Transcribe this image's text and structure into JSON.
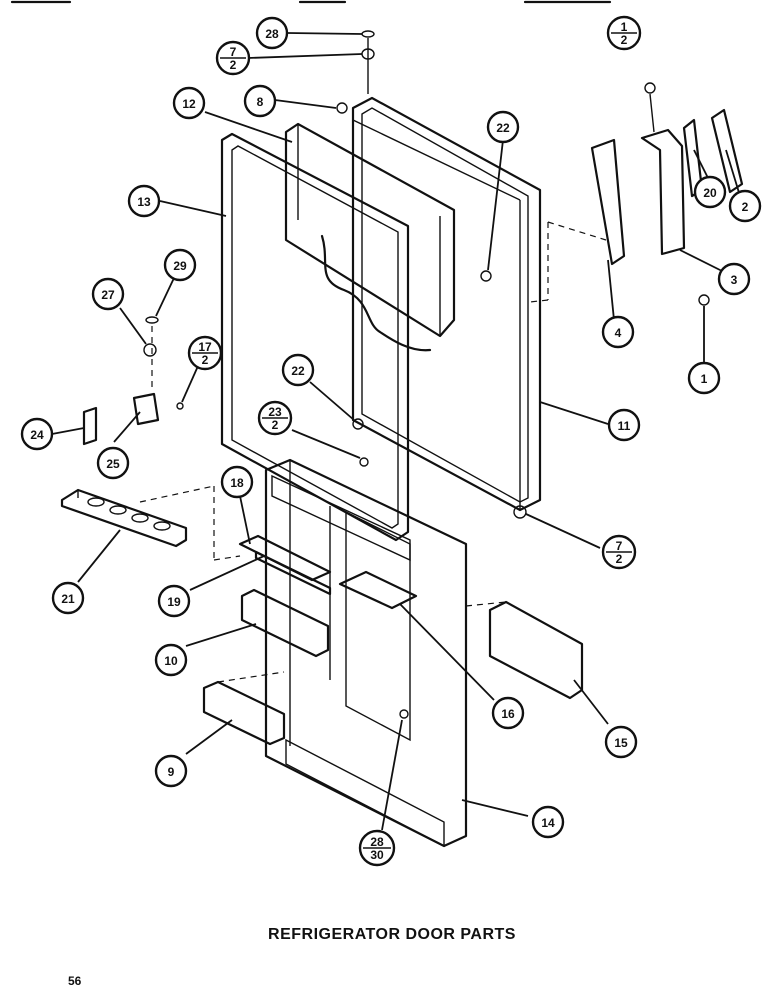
{
  "title": "REFRIGERATOR DOOR PARTS",
  "page_number": "56",
  "callouts": [
    {
      "id": "28-top",
      "top": "28"
    },
    {
      "id": "7-2-top",
      "top": "7",
      "bottom": "2"
    },
    {
      "id": "8",
      "top": "8"
    },
    {
      "id": "12",
      "top": "12"
    },
    {
      "id": "13",
      "top": "13"
    },
    {
      "id": "1-2",
      "top": "1",
      "bottom": "2"
    },
    {
      "id": "22-upper",
      "top": "22"
    },
    {
      "id": "20",
      "top": "20"
    },
    {
      "id": "2",
      "top": "2"
    },
    {
      "id": "3",
      "top": "3"
    },
    {
      "id": "4",
      "top": "4"
    },
    {
      "id": "1",
      "top": "1"
    },
    {
      "id": "27",
      "top": "27"
    },
    {
      "id": "29",
      "top": "29"
    },
    {
      "id": "17-2",
      "top": "17",
      "bottom": "2"
    },
    {
      "id": "22-lower",
      "top": "22"
    },
    {
      "id": "23-2",
      "top": "23",
      "bottom": "2"
    },
    {
      "id": "11",
      "top": "11"
    },
    {
      "id": "24",
      "top": "24"
    },
    {
      "id": "25",
      "top": "25"
    },
    {
      "id": "18",
      "top": "18"
    },
    {
      "id": "7-2-bottom",
      "top": "7",
      "bottom": "2"
    },
    {
      "id": "21",
      "top": "21"
    },
    {
      "id": "19",
      "top": "19"
    },
    {
      "id": "10",
      "top": "10"
    },
    {
      "id": "16",
      "top": "16"
    },
    {
      "id": "15",
      "top": "15"
    },
    {
      "id": "9",
      "top": "9"
    },
    {
      "id": "14",
      "top": "14"
    },
    {
      "id": "28-30",
      "top": "28",
      "bottom": "30"
    }
  ]
}
